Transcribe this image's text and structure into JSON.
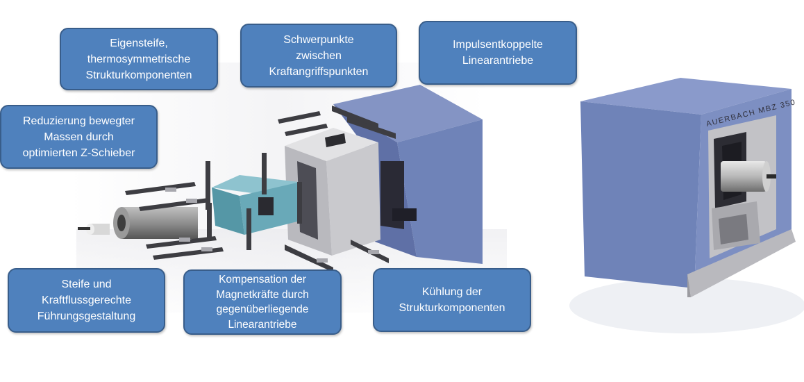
{
  "callouts": {
    "eigensteife": "Eigensteife,\nthermosymmetrische\nStrukturkomponenten",
    "schwerpunkte": "Schwerpunkte\nzwischen\nKraftangriffspunkten",
    "impuls": "Impulsentkoppelte\nLinearantriebe",
    "reduzierung": "Reduzierung bewegter\nMassen durch\noptimierten Z-Schieber",
    "steife": "Steife und\nKraftflussgerechte\nFührungsgestaltung",
    "kompensation": "Kompensation der\nMagnetkräfte durch\ngegenüberliegende\nLinearantriebe",
    "kuehlung": "Kühlung der\nStrukturkomponenten"
  },
  "machine": {
    "engraving": "AUERBACH MBZ 350"
  },
  "colors": {
    "callout_fill": "#4f81bd",
    "callout_border": "#385d8a",
    "frame_blue": "#6f83b8",
    "column_grey": "#c9c9cd",
    "slide_cyan": "#69a9b8"
  }
}
